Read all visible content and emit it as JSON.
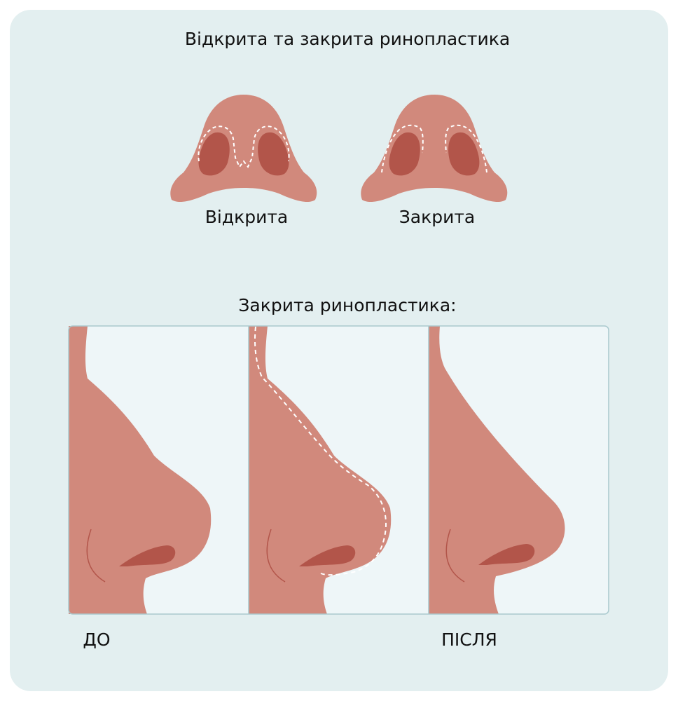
{
  "title": "Відкрита та закрита ринопластика",
  "types": {
    "open_label": "Відкрита",
    "closed_label": "Закрита"
  },
  "sequence": {
    "heading": "Закрита ринопластика:",
    "before_label": "ДО",
    "after_label": "ПІСЛЯ"
  },
  "colors": {
    "background": "#e3eff0",
    "panel": "#eef6f8",
    "skin": "#d1897c",
    "nostril": "#b2554a",
    "incision": "#ffffff",
    "border": "#a9c9ce"
  }
}
